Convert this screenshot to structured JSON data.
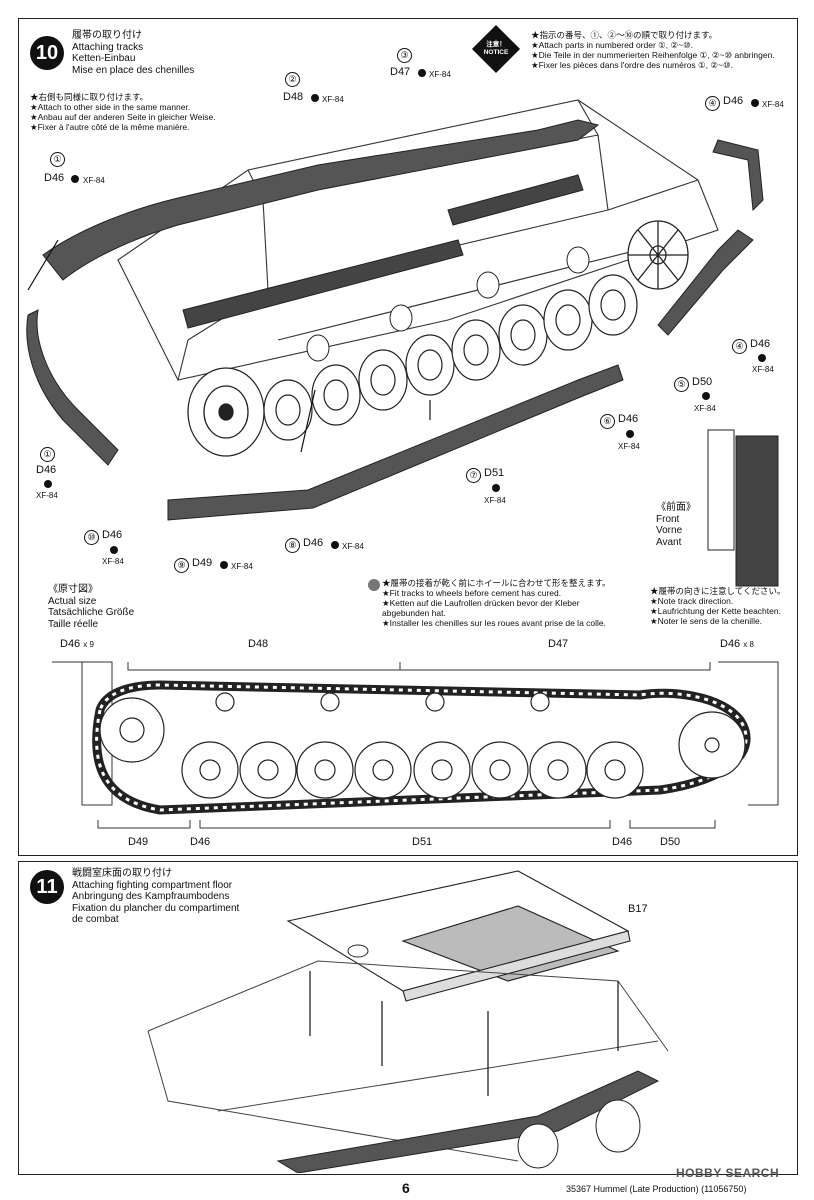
{
  "step10": {
    "number": "10",
    "title_ja": "履帯の取り付け",
    "title_en": "Attaching tracks",
    "title_de": "Ketten-Einbau",
    "title_fr": "Mise en place des chenilles",
    "side_note": [
      "★右側も同様に取り付けます。",
      "★Attach to other side in the same manner.",
      "★Anbau auf der anderen Seite in gleicher Weise.",
      "★Fixer à l'autre côté de la même manière."
    ],
    "notice_badge": [
      "注意！",
      "NOTICE"
    ],
    "notice_lines": [
      "★指示の番号、①、②～⑩の順で取り付けます。",
      "★Attach parts in numbered order ①, ②~⑩.",
      "★Die Teile in der nummerierten Reihenfolge ①, ②~⑩ anbringen.",
      "★Fixer les pièces dans l'ordre des numéros ①, ②~⑩."
    ],
    "paint_code": "XF-84",
    "callouts": [
      {
        "num": "①",
        "part": "D46"
      },
      {
        "num": "②",
        "part": "D48"
      },
      {
        "num": "③",
        "part": "D47"
      },
      {
        "num": "④",
        "part": "D46"
      },
      {
        "num": "④",
        "part": "D46"
      },
      {
        "num": "⑤",
        "part": "D50"
      },
      {
        "num": "⑥",
        "part": "D46"
      },
      {
        "num": "⑦",
        "part": "D51"
      },
      {
        "num": "⑧",
        "part": "D46"
      },
      {
        "num": "⑨",
        "part": "D49"
      },
      {
        "num": "⑩",
        "part": "D46"
      },
      {
        "num": "①",
        "part": "D46"
      }
    ],
    "front_label": [
      "《前面》",
      "Front",
      "Vorne",
      "Avant"
    ],
    "actual_size": [
      "《原寸図》",
      "Actual size",
      "Tatsächliche Größe",
      "Taille réelle"
    ],
    "cure_note": [
      "★履帯の接着が乾く前にホイールに合わせて形を整えます。",
      "★Fit tracks to wheels before cement has cured.",
      "★Ketten auf die Laufrollen drücken bevor der Kleber",
      "abgebunden hat.",
      "★Installer les chenilles sur les roues avant prise de la colle."
    ],
    "direction_note": [
      "★履帯の向きに注意してください。",
      "★Note track direction.",
      "★Laufrichtung der Kette beachten.",
      "★Noter le sens de la chenille."
    ],
    "diagram_labels": {
      "d46_x9": "D46",
      "x9": "x 9",
      "d48": "D48",
      "d47": "D47",
      "d46_x8": "D46",
      "x8": "x 8",
      "d49": "D49",
      "d46_a": "D46",
      "d51": "D51",
      "d46_b": "D46",
      "d50": "D50"
    }
  },
  "step11": {
    "number": "11",
    "title_ja": "戦闘室床面の取り付け",
    "title_en": "Attaching fighting compartment floor",
    "title_de": "Anbringung des Kampfraumbodens",
    "title_fr": "Fixation du plancher du compartiment",
    "title_fr2": "de combat",
    "part": "B17"
  },
  "page_number": "6",
  "footer": "35367 Hummel (Late Production) (11056750)",
  "watermark": "HOBBY SEARCH"
}
